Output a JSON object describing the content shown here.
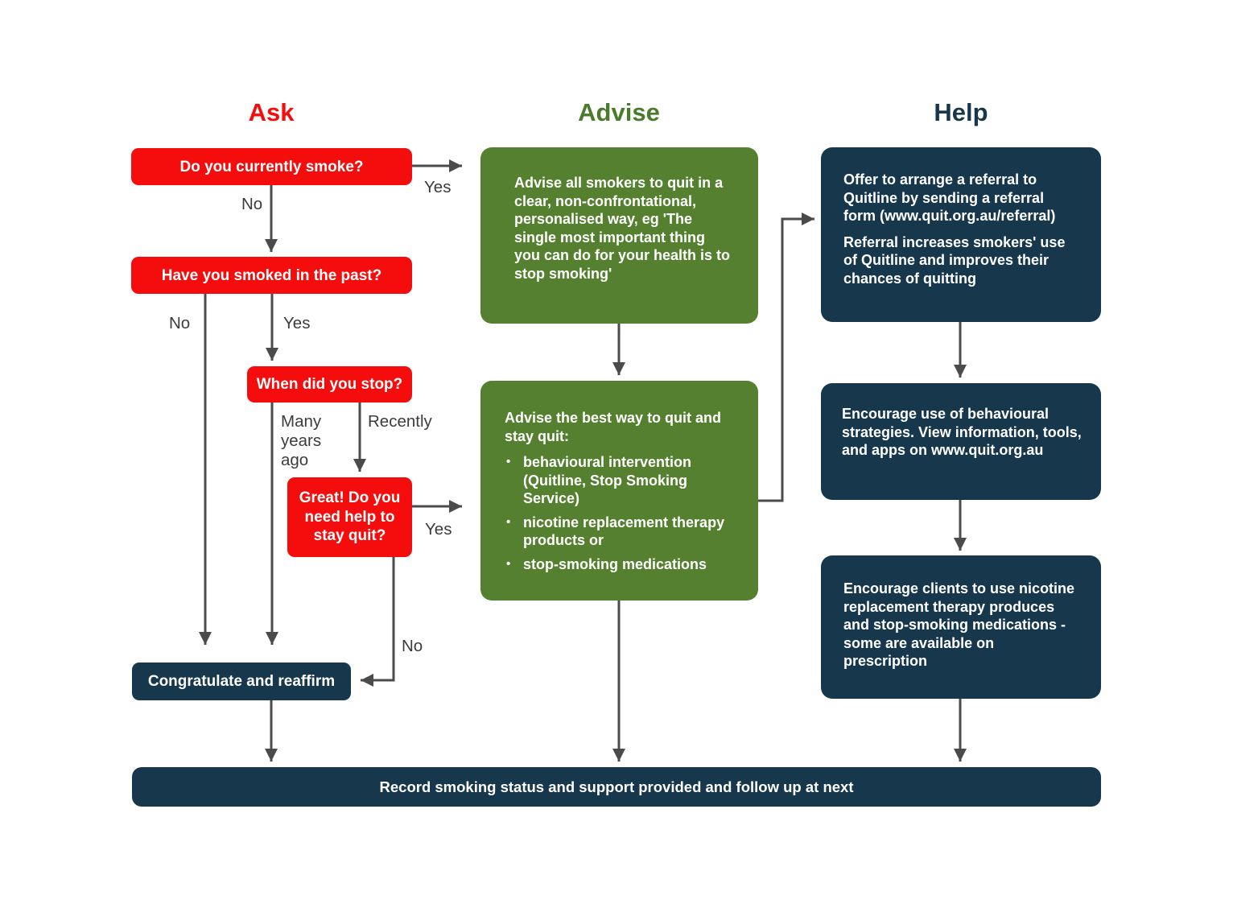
{
  "colors": {
    "red": "#F40D0C",
    "green": "#54802F",
    "green_dark": "#4A7B2D",
    "navy": "#17384C",
    "line": "#4B4B4B",
    "label_text": "#3C3C3C"
  },
  "headers": {
    "ask": "Ask",
    "advise": "Advise",
    "help": "Help"
  },
  "ask": {
    "q_currently": "Do you currently smoke?",
    "q_past": "Have you smoked in the past?",
    "q_when_stop": "When did you stop?",
    "q_need_help": "Great! Do you need help to stay quit?",
    "congratulate": "Congratulate and reaffirm"
  },
  "labels": {
    "currently_yes": "Yes",
    "currently_no": "No",
    "past_no": "No",
    "past_yes": "Yes",
    "stop_many_years": "Many years ago",
    "stop_recently": "Recently",
    "need_help_yes": "Yes",
    "need_help_no": "No"
  },
  "advise": {
    "box1": "Advise all smokers to quit in a clear, non-confrontational, personalised way, eg 'The single most important thing you can do for your health is to stop smoking'",
    "box2_intro": "Advise the best way to quit and stay quit:",
    "box2_bullets": [
      "behavioural intervention (Quitline, Stop Smoking Service)",
      "nicotine replacement therapy products or",
      "stop-smoking medications"
    ]
  },
  "help": {
    "box1_p1": "Offer to arrange a referral to Quitline by sending a referral form (www.quit.org.au/referral)",
    "box1_p2": "Referral increases smokers' use of Quitline and improves their chances of quitting",
    "box2": "Encourage use of behavioural strategies. View information, tools, and apps on www.quit.org.au",
    "box3": "Encourage clients to use nicotine replacement therapy produces and stop-smoking medications - some are available on prescription"
  },
  "footer": "Record smoking status and support provided and follow up at next"
}
